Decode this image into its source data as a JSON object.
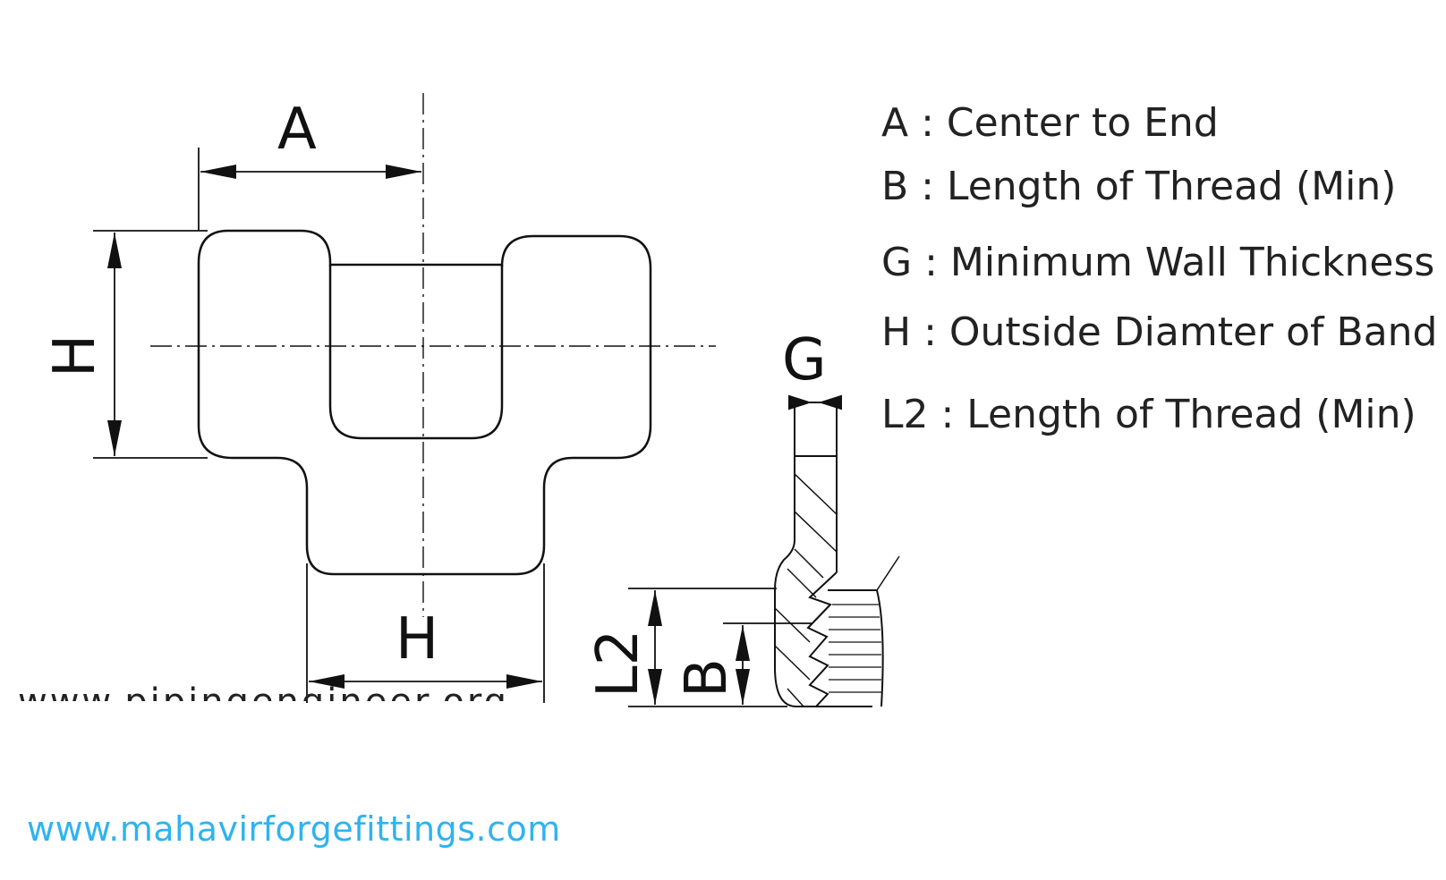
{
  "labels": {
    "A": "A",
    "H_left": "H",
    "H_bottom": "H",
    "G": "G",
    "L2": "L2",
    "B": "B"
  },
  "legend": [
    {
      "key": "A",
      "text": "A : Center to End"
    },
    {
      "key": "B",
      "text": "B : Length of Thread (Min)"
    },
    {
      "key": "G",
      "text": "G : Minimum Wall Thickness"
    },
    {
      "key": "H",
      "text": "H : Outside Diamter of Band"
    },
    {
      "key": "L2",
      "text": "L2 : Length of Thread (Min)"
    }
  ],
  "watermark": "www.pipingengineer.org",
  "website": "www.mahavirforgefittings.com",
  "colors": {
    "line": "#111111",
    "text": "#222222",
    "website": "#2fb3ef"
  }
}
